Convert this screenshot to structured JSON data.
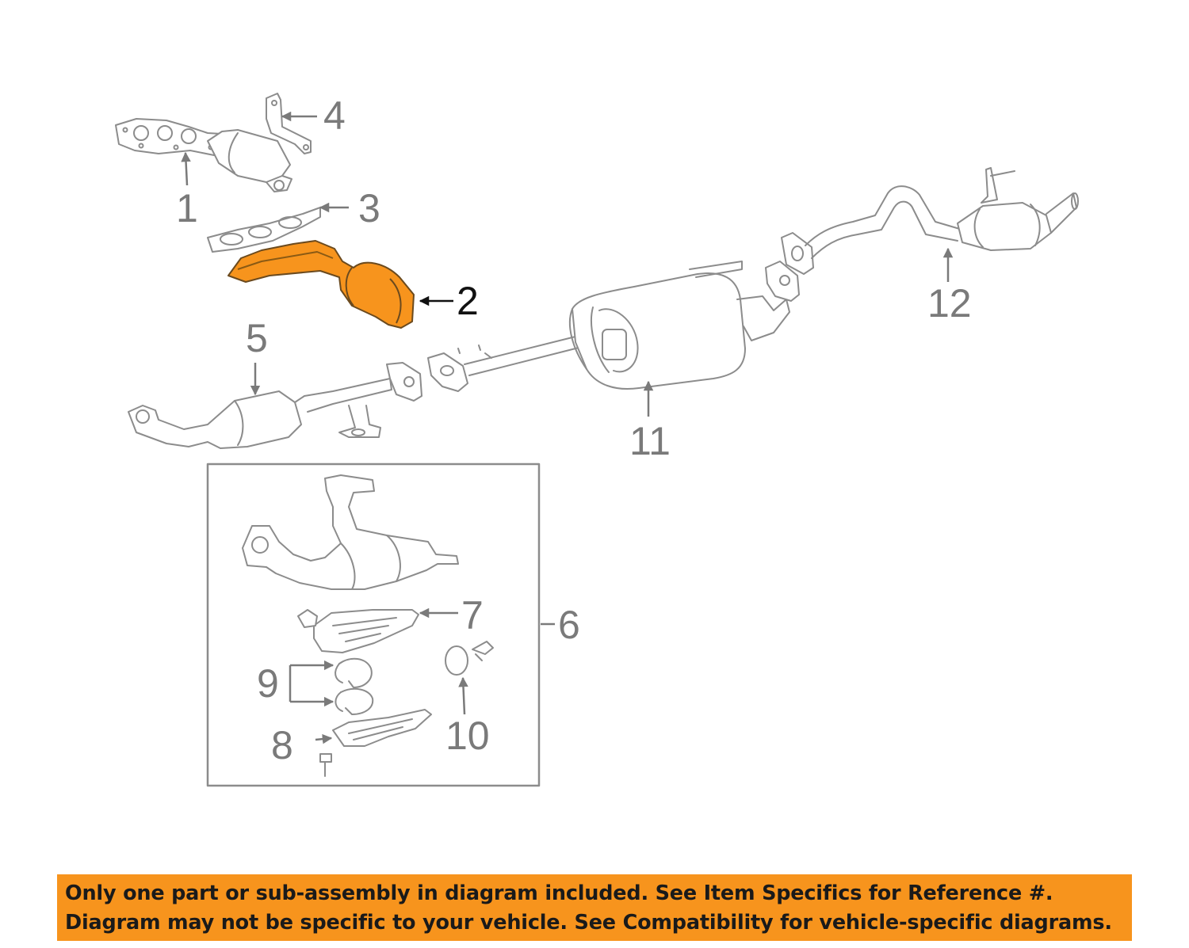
{
  "colors": {
    "highlight": "#f7941d",
    "part_line": "#8c8c8c",
    "label": "#7a7a7a",
    "label_selected": "#111111",
    "banner_bg": "#f7941d",
    "banner_text": "#1a1a1a"
  },
  "callouts": {
    "c1": "1",
    "c2": "2",
    "c3": "3",
    "c4": "4",
    "c5": "5",
    "c6": "6",
    "c7": "7",
    "c8": "8",
    "c9": "9",
    "c10": "10",
    "c11": "11",
    "c12": "12"
  },
  "highlighted_part": "2",
  "banner": {
    "line1": "Only one part or sub-assembly in diagram included. See Item Specifics for Reference #.",
    "line2": "Diagram may not be specific to your vehicle. See Compatibility for vehicle-specific diagrams."
  }
}
